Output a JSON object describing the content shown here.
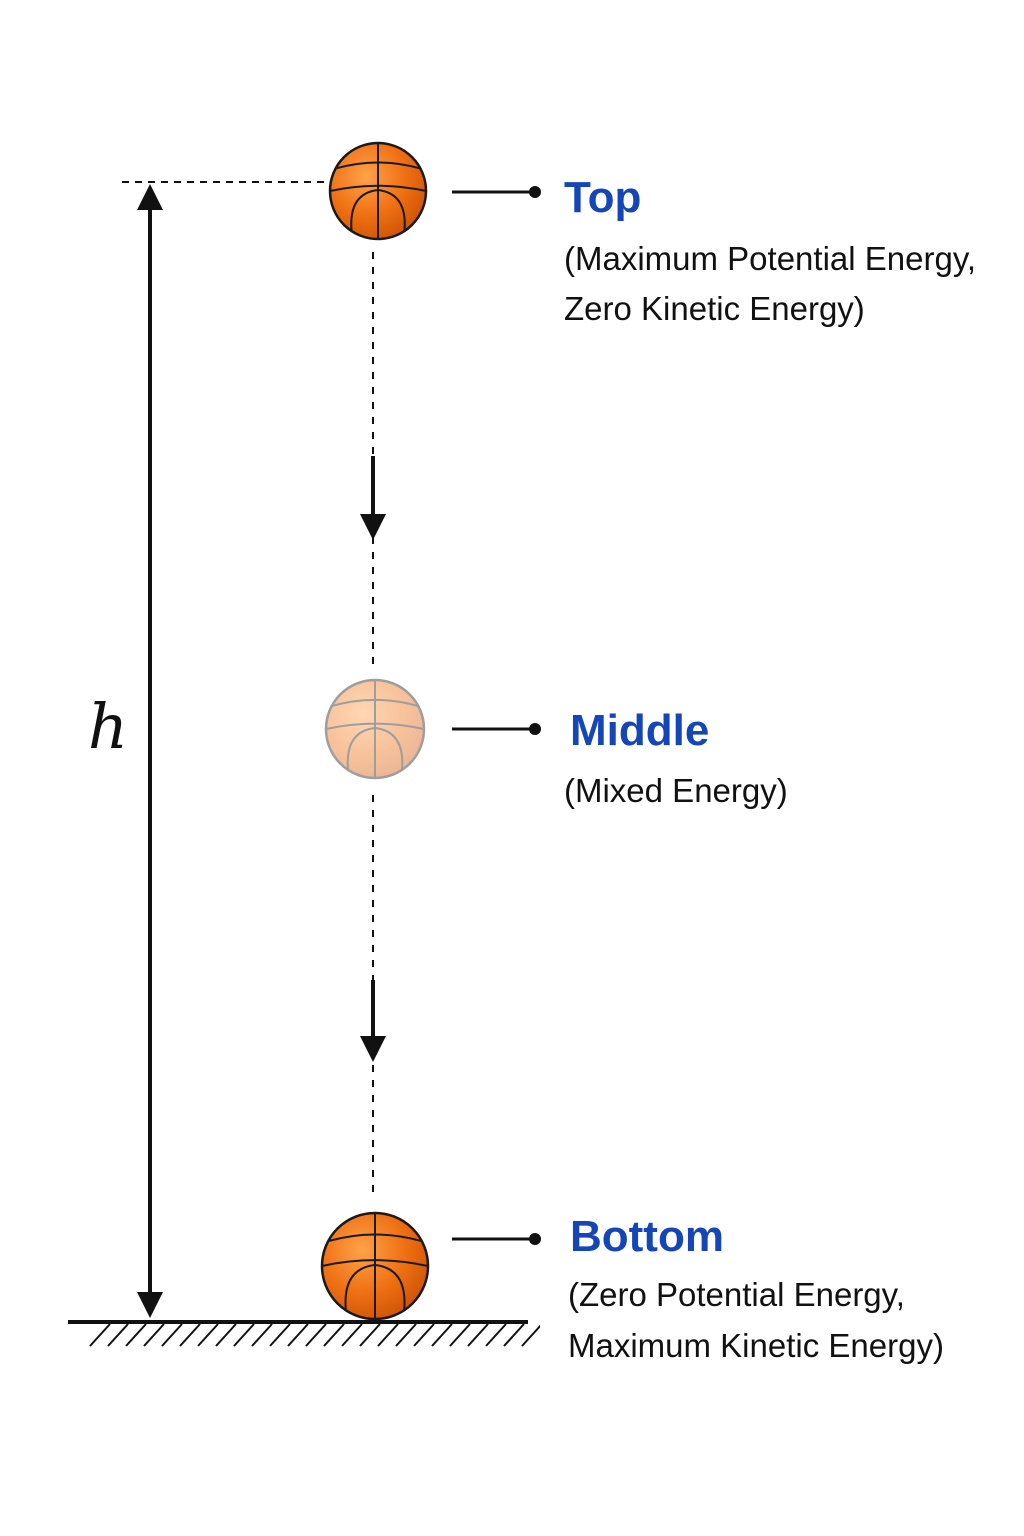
{
  "height_label": "h",
  "positions": [
    {
      "id": "top",
      "title": "Top",
      "description": [
        "(Maximum Potential Energy,",
        "Zero Kinetic Energy)"
      ],
      "ball_opacity": 1
    },
    {
      "id": "middle",
      "title": "Middle",
      "description": [
        "(Mixed Energy)"
      ],
      "ball_opacity": 0.42
    },
    {
      "id": "bottom",
      "title": "Bottom",
      "description": [
        "(Zero Potential Energy,",
        "Maximum Kinetic Energy)"
      ],
      "ball_opacity": 1
    }
  ],
  "colors": {
    "ball_fill": "#f27a1a",
    "ball_seam": "#1a1a1a",
    "title_text": "#1546b8",
    "line": "#111111"
  }
}
